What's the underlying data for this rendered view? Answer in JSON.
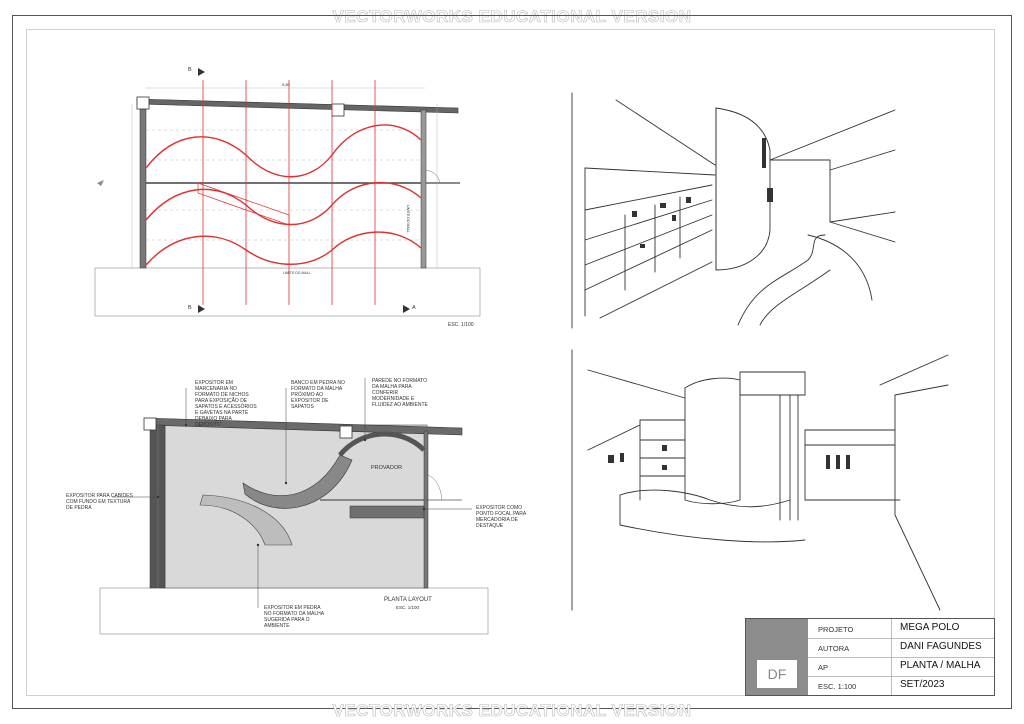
{
  "watermark": "VECTORWORKS EDUCATIONAL VERSION",
  "plan_grid": {
    "section_marks": [
      "B",
      "B",
      "A"
    ],
    "dimension_top": "5,80",
    "dimension_side": "LIMITE DO MALL",
    "dimension_bottom": "LIMITE DO MALL",
    "scale": "ESC. 1/100"
  },
  "plan_layout": {
    "title": "PLANTA LAYOUT",
    "scale": "ESC. 1/100",
    "room_label": "PROVADOR",
    "notes": {
      "niche_display": "EXPOSITOR EM MARCENARIA NO FORMATO DE NICHOS PARA EXPOSIÇÃO DE SAPATOS E ACESSÓRIOS E GAVETAS NA PARTE DEBAIXO PARA DEPÓSITO",
      "stone_bench": "BANCO EM PEDRA NO FORMATO DA MALHA PRÓXIMO AO EXPOSITOR DE SAPATOS",
      "wall": "PAREDE NO FORMATO DA MALHA PARA CONFERIR MODERNIDADE E FLUIDEZ AO AMBIENTE",
      "hanger_display": "EXPOSITOR PARA CABIDES COM FUNDO EM TEXTURA DE PEDRA",
      "focal_display": "EXPOSITOR COMO PONTO FOCAL PARA MERCADORIA DE DESTAQUE",
      "stone_display": "EXPOSITOR EM PEDRA NO FORMATO DA MALHA SUGERIDA PARA O AMBIENTE"
    }
  },
  "title_block": {
    "logo": "DF",
    "rows": [
      {
        "key": "PROJETO",
        "value": "MEGA POLO"
      },
      {
        "key": "AUTORA",
        "value": "DANI FAGUNDES"
      },
      {
        "key": "AP",
        "value": "PLANTA / MALHA"
      },
      {
        "key": "ESC. 1:100",
        "value": "SET/2023"
      }
    ]
  },
  "colors": {
    "grid_curve": "#e03030",
    "wall_dark": "#555555",
    "floor_fill": "#d9d9d9",
    "title_block_gray": "#8c8c8c"
  }
}
